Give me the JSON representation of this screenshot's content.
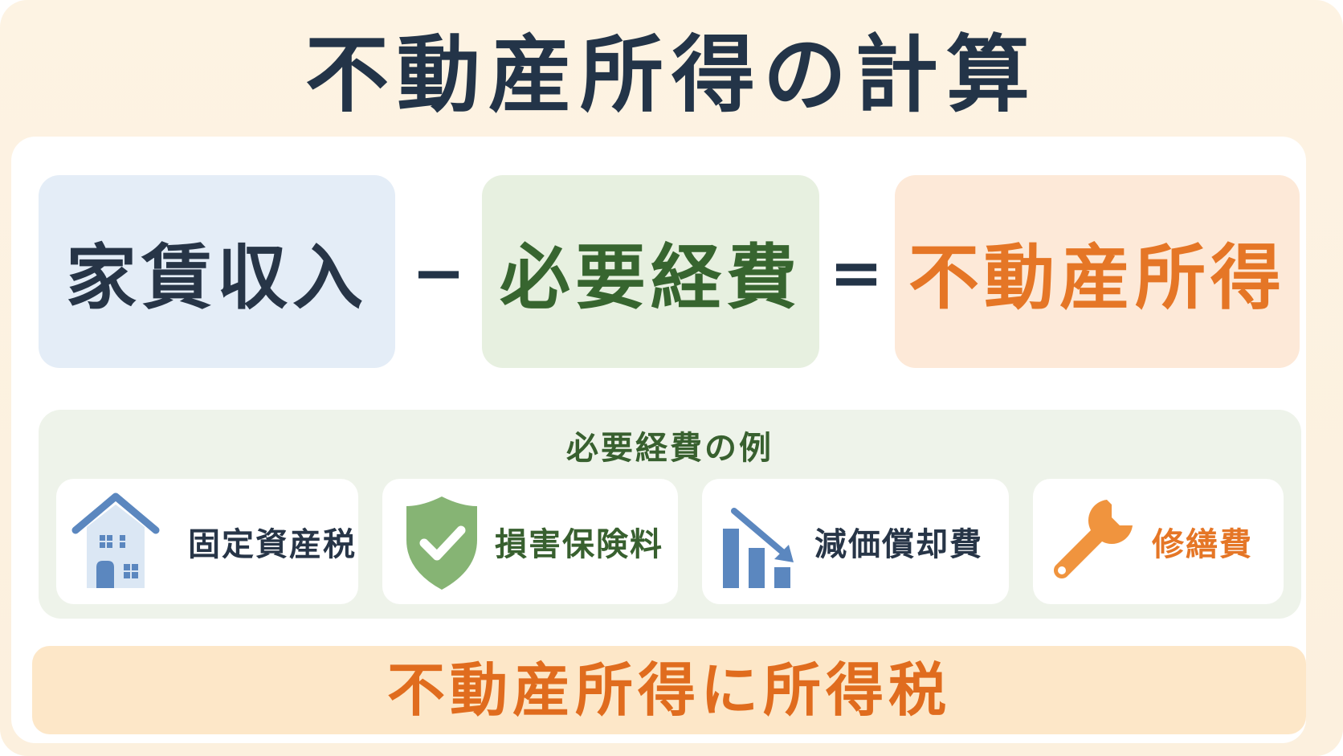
{
  "title": "不動産所得の計算",
  "formula": {
    "term1": "家賃収入",
    "operator1": "−",
    "term2": "必要経費",
    "operator2": "=",
    "result": "不動産所得"
  },
  "examples": {
    "heading": "必要経費の例",
    "items": [
      {
        "label": "固定資産税",
        "icon": "house-icon"
      },
      {
        "label": "損害保険料",
        "icon": "shield-check-icon"
      },
      {
        "label": "減価償却費",
        "icon": "declining-bar-chart-icon"
      },
      {
        "label": "修繕費",
        "icon": "wrench-icon"
      }
    ]
  },
  "footer": {
    "text": "不動産所得に所得税"
  },
  "colors": {
    "navy": "#233448",
    "green": "#38602f",
    "orange": "#e57626",
    "blue_box": "#e4edf7",
    "green_box": "#e7f0e0",
    "orange_box": "#fde9d8"
  }
}
